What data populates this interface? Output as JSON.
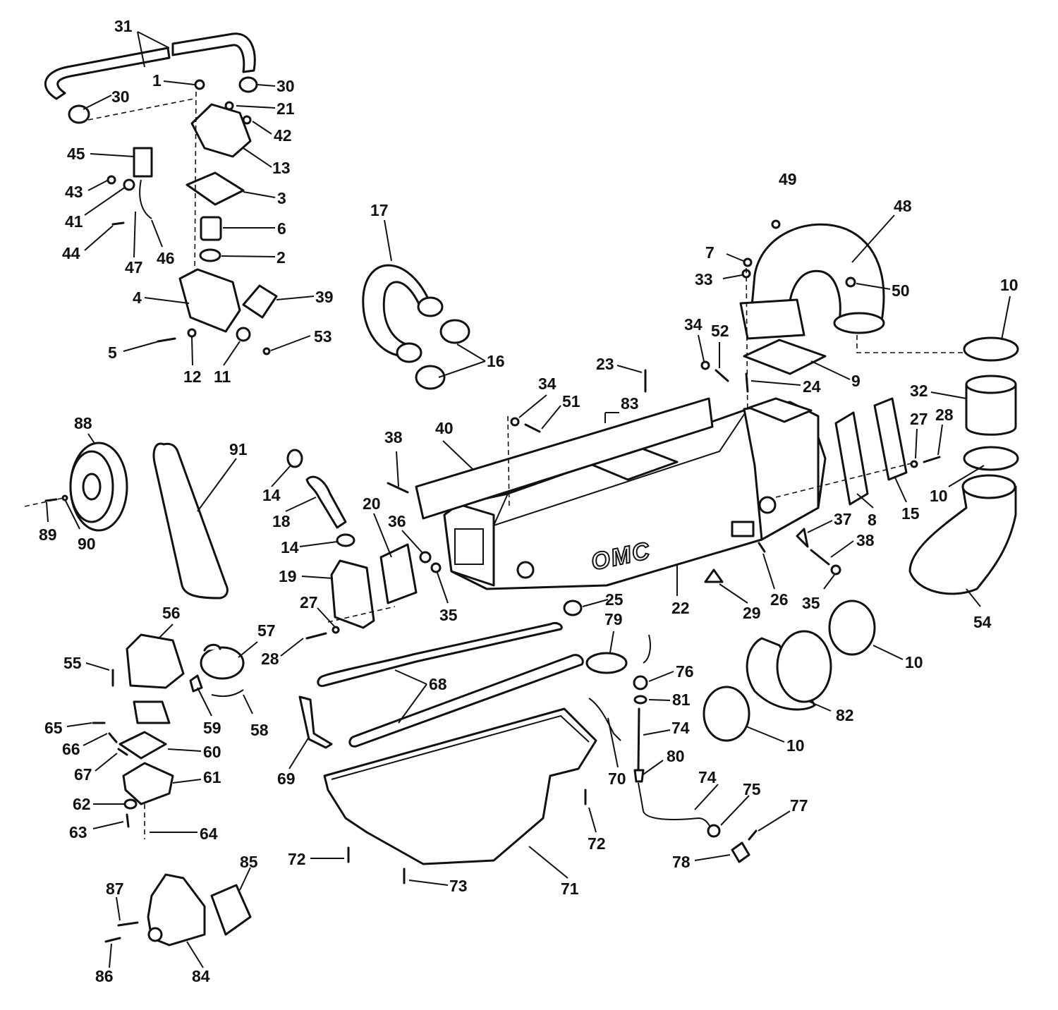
{
  "brand_text": "OMC",
  "callouts": [
    {
      "t": "31"
    },
    {
      "t": "30"
    },
    {
      "t": "1"
    },
    {
      "t": "30"
    },
    {
      "t": "21"
    },
    {
      "t": "42"
    },
    {
      "t": "45"
    },
    {
      "t": "13"
    },
    {
      "t": "43"
    },
    {
      "t": "3"
    },
    {
      "t": "41"
    },
    {
      "t": "6"
    },
    {
      "t": "44"
    },
    {
      "t": "47"
    },
    {
      "t": "46"
    },
    {
      "t": "2"
    },
    {
      "t": "4"
    },
    {
      "t": "39"
    },
    {
      "t": "53"
    },
    {
      "t": "5"
    },
    {
      "t": "12"
    },
    {
      "t": "11"
    },
    {
      "t": "17"
    },
    {
      "t": "16"
    },
    {
      "t": "49"
    },
    {
      "t": "48"
    },
    {
      "t": "7"
    },
    {
      "t": "33"
    },
    {
      "t": "50"
    },
    {
      "t": "10"
    },
    {
      "t": "34"
    },
    {
      "t": "52"
    },
    {
      "t": "23"
    },
    {
      "t": "9"
    },
    {
      "t": "24"
    },
    {
      "t": "32"
    },
    {
      "t": "34"
    },
    {
      "t": "51"
    },
    {
      "t": "83"
    },
    {
      "t": "27"
    },
    {
      "t": "28"
    },
    {
      "t": "38"
    },
    {
      "t": "40"
    },
    {
      "t": "88"
    },
    {
      "t": "91"
    },
    {
      "t": "14"
    },
    {
      "t": "18"
    },
    {
      "t": "89"
    },
    {
      "t": "90"
    },
    {
      "t": "20"
    },
    {
      "t": "36"
    },
    {
      "t": "10"
    },
    {
      "t": "8"
    },
    {
      "t": "15"
    },
    {
      "t": "37"
    },
    {
      "t": "38"
    },
    {
      "t": "14"
    },
    {
      "t": "19"
    },
    {
      "t": "35"
    },
    {
      "t": "22"
    },
    {
      "t": "26"
    },
    {
      "t": "29"
    },
    {
      "t": "35"
    },
    {
      "t": "25"
    },
    {
      "t": "54"
    },
    {
      "t": "27"
    },
    {
      "t": "79"
    },
    {
      "t": "56"
    },
    {
      "t": "57"
    },
    {
      "t": "10"
    },
    {
      "t": "55"
    },
    {
      "t": "28"
    },
    {
      "t": "76"
    },
    {
      "t": "68"
    },
    {
      "t": "81"
    },
    {
      "t": "82"
    },
    {
      "t": "59"
    },
    {
      "t": "58"
    },
    {
      "t": "65"
    },
    {
      "t": "74"
    },
    {
      "t": "10"
    },
    {
      "t": "66"
    },
    {
      "t": "60"
    },
    {
      "t": "80"
    },
    {
      "t": "67"
    },
    {
      "t": "61"
    },
    {
      "t": "69"
    },
    {
      "t": "70"
    },
    {
      "t": "74"
    },
    {
      "t": "75"
    },
    {
      "t": "62"
    },
    {
      "t": "77"
    },
    {
      "t": "63"
    },
    {
      "t": "64"
    },
    {
      "t": "72"
    },
    {
      "t": "78"
    },
    {
      "t": "72"
    },
    {
      "t": "73"
    },
    {
      "t": "71"
    },
    {
      "t": "85"
    },
    {
      "t": "87"
    },
    {
      "t": "86"
    },
    {
      "t": "84"
    }
  ]
}
